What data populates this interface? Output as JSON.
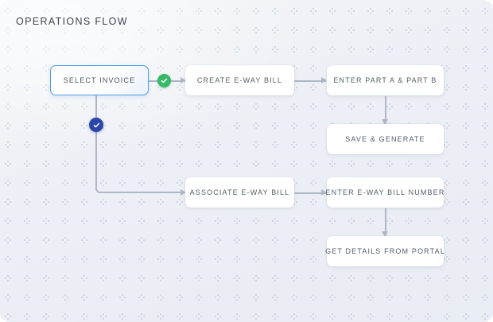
{
  "page": {
    "title": "OPERATIONS FLOW",
    "background_color": "#eef1f6",
    "accent_active": "#4b9ce8",
    "connector_color": "#aeb6c7"
  },
  "flow": {
    "nodes": [
      {
        "id": "select-invoice",
        "label": "SELECT INVOICE",
        "state": "active"
      },
      {
        "id": "create-eway-bill",
        "label": "CREATE E-WAY BILL",
        "state": "default"
      },
      {
        "id": "enter-part-a-part-b",
        "label": "ENTER PART A & PART B",
        "state": "default"
      },
      {
        "id": "save-and-generate",
        "label": "SAVE & GENERATE",
        "state": "default"
      },
      {
        "id": "associate-eway-bill",
        "label": "ASSOCIATE E-WAY BILL",
        "state": "default"
      },
      {
        "id": "enter-eway-bill-number",
        "label": "ENTER E-WAY BILL NUMBER",
        "state": "default"
      },
      {
        "id": "get-details-from-portal",
        "label": "GET DETAILS FROM PORTAL",
        "state": "default"
      }
    ],
    "badges": [
      {
        "id": "branch-create-eway",
        "icon": "check-icon",
        "color": "#39b868"
      },
      {
        "id": "branch-associate-eway",
        "icon": "check-icon",
        "color": "#2a46a8"
      }
    ]
  }
}
